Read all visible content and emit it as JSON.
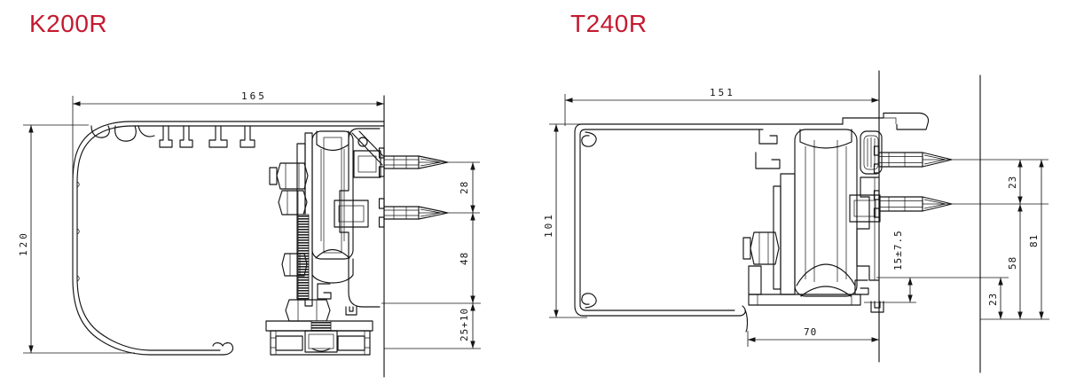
{
  "accent": "#c41a30",
  "ink": "#141414",
  "k200r": {
    "title": "K200R",
    "dims": {
      "width": "165",
      "height": "120",
      "screw_gap": "28",
      "mid_span": "48",
      "bottom_span": "25+10"
    }
  },
  "t240r": {
    "title": "T240R",
    "dims": {
      "width": "151",
      "height": "101",
      "screw_gap": "23",
      "mid_span": "58",
      "overall": "81",
      "inner_gap": "23",
      "offset": "15±7.5",
      "bottom_width": "70"
    }
  }
}
